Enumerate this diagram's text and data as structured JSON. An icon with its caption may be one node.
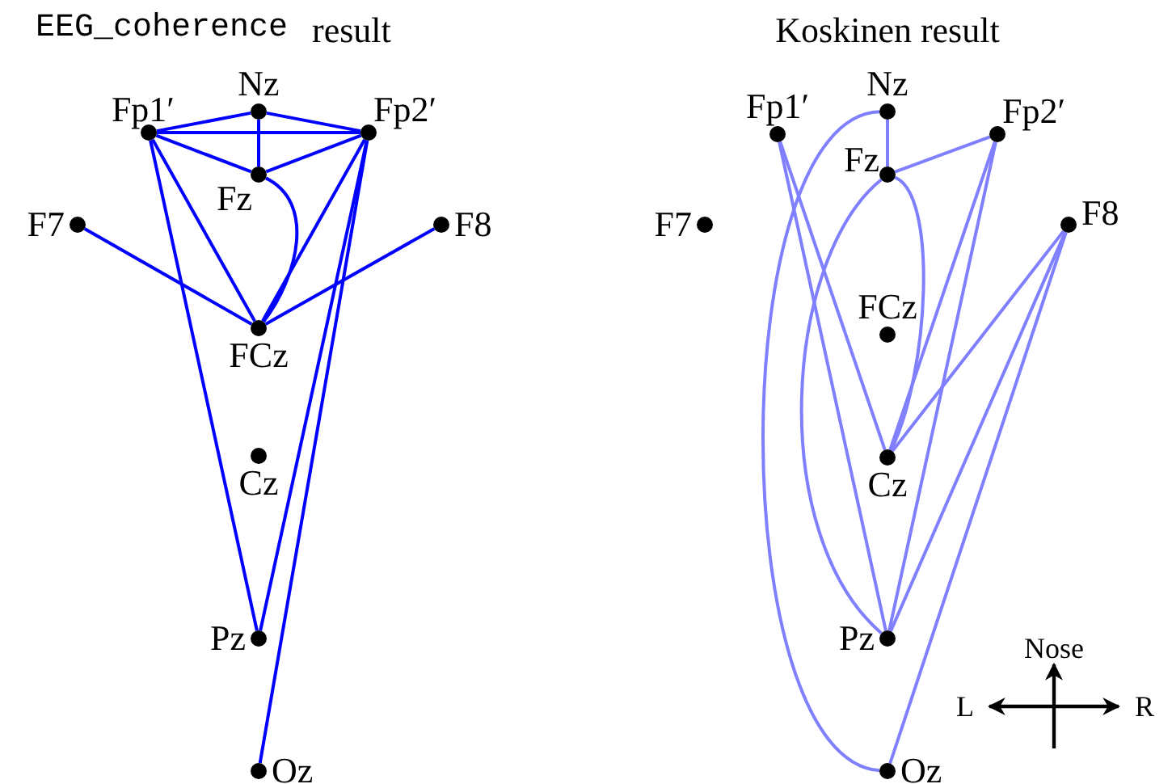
{
  "diagram": {
    "nodes": [
      {
        "text": [
          "Nz"
        ]
      },
      {
        "text": [
          "Fp1′"
        ]
      },
      {
        "text": [
          "Fp2′"
        ]
      },
      {
        "text": [
          "Fz"
        ]
      },
      {
        "text": [
          "F7"
        ]
      },
      {
        "text": [
          "F8"
        ]
      },
      {
        "text": [
          "FCz"
        ]
      },
      {
        "text": [
          "Cz"
        ]
      },
      {
        "text": [
          "Pz"
        ]
      },
      {
        "text": [
          "Oz"
        ]
      },
      {
        "text": [
          "Nz"
        ]
      },
      {
        "text": [
          "Fp1′"
        ]
      },
      {
        "text": [
          "Fp2′"
        ]
      },
      {
        "text": [
          "Fz"
        ]
      },
      {
        "text": [
          "F7"
        ]
      },
      {
        "text": [
          "F8"
        ]
      },
      {
        "text": [
          "FCz"
        ]
      },
      {
        "text": [
          "Cz"
        ]
      },
      {
        "text": [
          "Pz"
        ]
      },
      {
        "text": [
          "Oz"
        ]
      }
    ],
    "edges": [
      {
        "from": 1,
        "to": 0,
        "arrow": "none"
      },
      {
        "from": 0,
        "to": 2,
        "arrow": "none"
      },
      {
        "from": 1,
        "to": 2,
        "arrow": "none"
      },
      {
        "from": 0,
        "to": 3,
        "arrow": "none"
      },
      {
        "from": 1,
        "to": 3,
        "arrow": "none"
      },
      {
        "from": 3,
        "to": 2,
        "arrow": "none"
      },
      {
        "from": 3,
        "to": 6,
        "arrow": "none"
      },
      {
        "from": 1,
        "to": 6,
        "arrow": "none"
      },
      {
        "from": 2,
        "to": 6,
        "arrow": "none"
      },
      {
        "from": 4,
        "to": 6,
        "arrow": "none"
      },
      {
        "from": 5,
        "to": 6,
        "arrow": "none"
      },
      {
        "from": 1,
        "to": 8,
        "arrow": "none"
      },
      {
        "from": 2,
        "to": 8,
        "arrow": "none"
      },
      {
        "from": 2,
        "to": 9,
        "arrow": "none"
      },
      {
        "from": 10,
        "to": 13,
        "arrow": "none",
        "color": "#8080ff"
      },
      {
        "from": 13,
        "to": 12,
        "arrow": "none",
        "color": "#8080ff"
      },
      {
        "from": 10,
        "to": 19,
        "arrow": "none",
        "color": "#8080ff"
      },
      {
        "from": 13,
        "to": 18,
        "arrow": "none",
        "color": "#8080ff"
      },
      {
        "from": 13,
        "to": 17,
        "arrow": "none",
        "color": "#8080ff"
      },
      {
        "from": 11,
        "to": 17,
        "arrow": "none",
        "color": "#8080ff"
      },
      {
        "from": 11,
        "to": 18,
        "arrow": "none",
        "color": "#8080ff"
      },
      {
        "from": 12,
        "to": 17,
        "arrow": "none",
        "color": "#8080ff"
      },
      {
        "from": 12,
        "to": 18,
        "arrow": "none",
        "color": "#8080ff"
      },
      {
        "from": 15,
        "to": 17,
        "arrow": "none",
        "color": "#8080ff"
      },
      {
        "from": 15,
        "to": 18,
        "arrow": "none",
        "color": "#8080ff"
      },
      {
        "from": 15,
        "to": 19,
        "arrow": "none",
        "color": "#8080ff"
      }
    ],
    "labels": [
      "EEG_coherence",
      "result",
      "Koskinen result",
      "Nose",
      "L",
      "R"
    ]
  }
}
